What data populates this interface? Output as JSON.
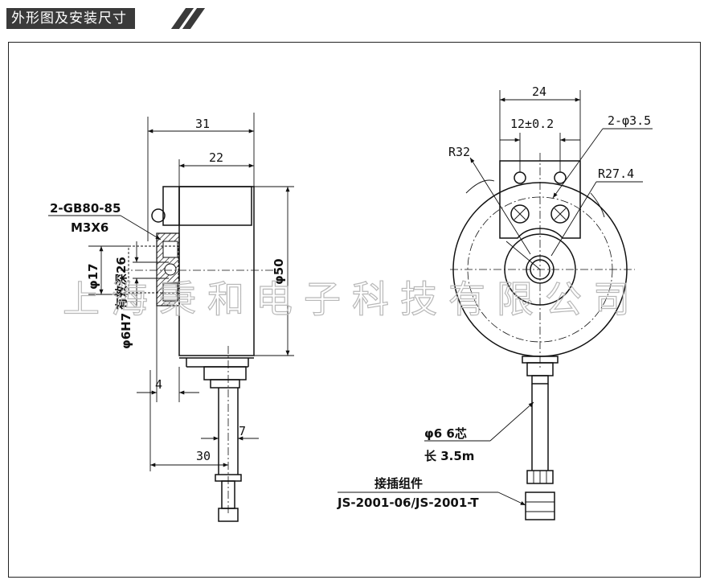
{
  "header": {
    "title": "外形图及安装尺寸"
  },
  "watermark": "上海秉和电子科技有限公司",
  "side_view": {
    "dim_31": "31",
    "dim_22": "22",
    "screw_spec_1": "2-GB80-85",
    "screw_spec_2": "M3X6",
    "dim_phi17": "φ17",
    "depth_note": "有效深26",
    "dim_phi6h7": "φ6H7",
    "dim_phi50": "φ50",
    "dim_4": "4",
    "dim_7": "7",
    "dim_30": "30"
  },
  "front_view": {
    "dim_24": "24",
    "dim_12": "12±0.2",
    "dim_holes": "2-φ3.5",
    "dim_r32": "R32",
    "dim_r274": "R27.4",
    "cable_spec": "φ6  6芯",
    "cable_length": "长 3.5m",
    "connector_title": "接插组件",
    "connector_model": "JS-2001-06/JS-2001-T"
  }
}
